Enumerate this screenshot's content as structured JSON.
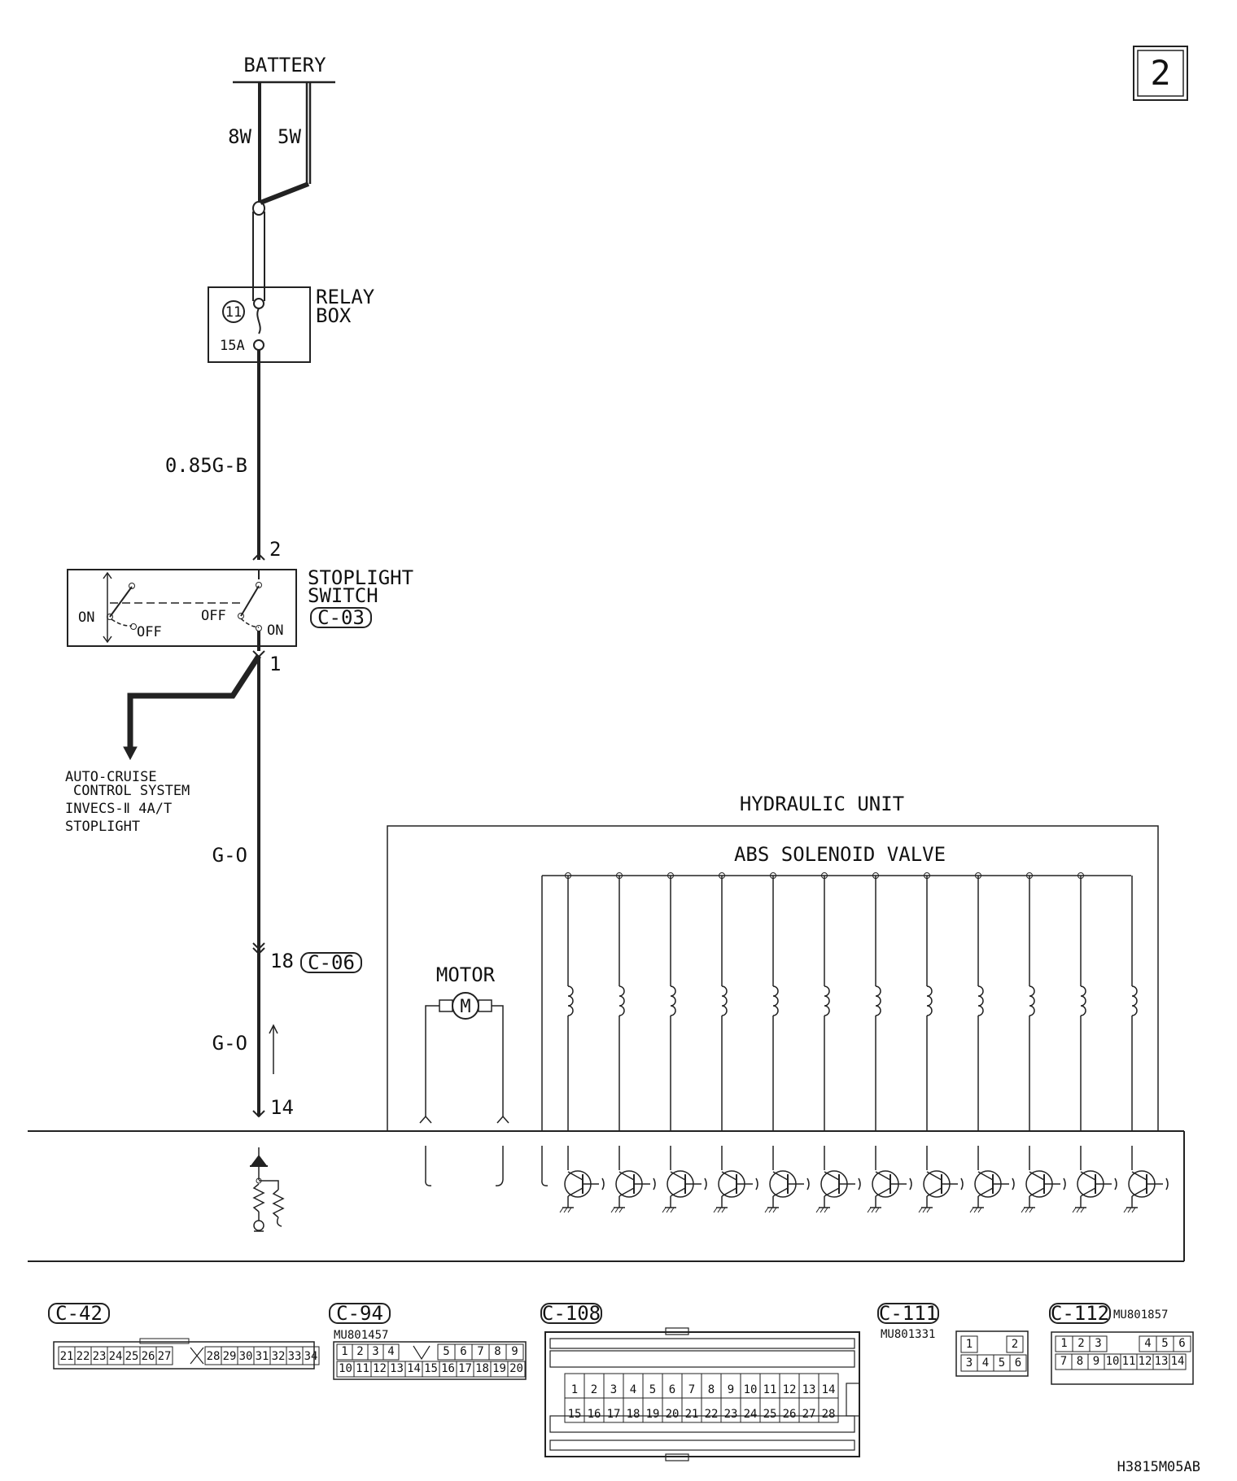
{
  "page_badge": "2",
  "battery": {
    "label": "BATTERY",
    "wire_a": "8W",
    "wire_b": "5W"
  },
  "relay_box": {
    "line1": "RELAY",
    "line2": "BOX",
    "fuse_no": "11",
    "fuse_rating": "15A"
  },
  "wire_main": "0.85G-B",
  "stoplight_switch": {
    "line1": "STOPLIGHT",
    "line2": "SWITCH",
    "connector": "C-03",
    "pin_top": "2",
    "pin_bottom": "1",
    "on_left": "ON",
    "off_left": "OFF",
    "off_right": "OFF",
    "on_right": "ON"
  },
  "branch_targets": [
    "AUTO-CRUISE",
    "CONTROL SYSTEM",
    "INVECS-Ⅱ 4A/T",
    "STOPLIGHT"
  ],
  "wire_go_upper": "G-O",
  "connector_c06": {
    "pin": "18",
    "name": "C-06"
  },
  "wire_go_lower": "G-O",
  "ecu_pin": "14",
  "hydraulic_unit": {
    "title": "HYDRAULIC UNIT",
    "valve_title": "ABS SOLENOID VALVE",
    "motor": "MOTOR",
    "motor_symbol": "M"
  },
  "connectors": {
    "c42": {
      "name": "C-42",
      "pins": [
        "21",
        "22",
        "23",
        "24",
        "25",
        "26",
        "27",
        "28",
        "29",
        "30",
        "31",
        "32",
        "33",
        "34"
      ]
    },
    "c94": {
      "name": "C-94",
      "part": "MU801457",
      "row1": [
        "1",
        "2",
        "3",
        "4",
        "5",
        "6",
        "7",
        "8",
        "9"
      ],
      "row2": [
        "10",
        "11",
        "12",
        "13",
        "14",
        "15",
        "16",
        "17",
        "18",
        "19",
        "20"
      ]
    },
    "c108": {
      "name": "C-108",
      "row1": [
        "1",
        "2",
        "3",
        "4",
        "5",
        "6",
        "7",
        "8",
        "9",
        "10",
        "11",
        "12",
        "13",
        "14"
      ],
      "row2": [
        "15",
        "16",
        "17",
        "18",
        "19",
        "20",
        "21",
        "22",
        "23",
        "24",
        "25",
        "26",
        "27",
        "28"
      ]
    },
    "c111": {
      "name": "C-111",
      "part": "MU801331",
      "row1": [
        "1",
        "2"
      ],
      "row2": [
        "3",
        "4",
        "5",
        "6"
      ]
    },
    "c112": {
      "name": "C-112",
      "part": "MU801857",
      "row1": [
        "1",
        "2",
        "3",
        "4",
        "5",
        "6"
      ],
      "row2": [
        "7",
        "8",
        "9",
        "10",
        "11",
        "12",
        "13",
        "14"
      ]
    }
  },
  "doc_code": "H3815M05AB"
}
